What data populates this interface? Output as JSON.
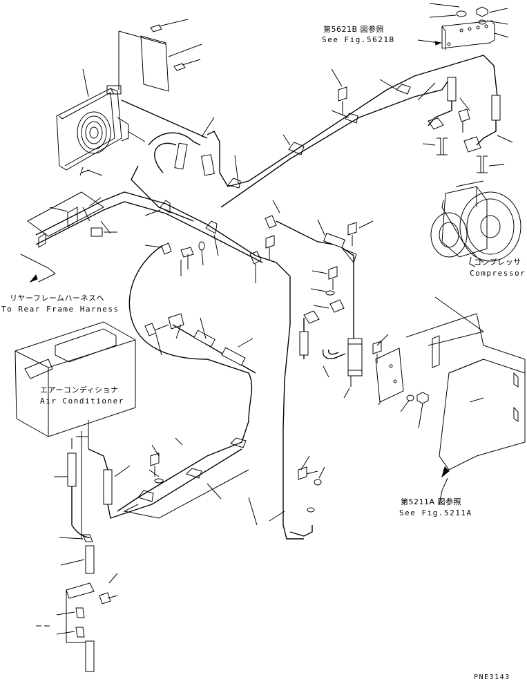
{
  "labels": {
    "fig5621b_jp": "第5621B 図参照",
    "fig5621b_en": "See Fig.5621B",
    "compressor_jp": "コンプレッサ",
    "compressor_en": "Compressor",
    "rear_harness_jp": "リヤーフレームハーネスへ",
    "rear_harness_en": "To Rear Frame Harness",
    "aircon_jp": "エアーコンディショナ",
    "aircon_en": "Air Conditioner",
    "fig5211a_jp": "第5211A 図参照",
    "fig5211a_en": "See Fig.5211A",
    "drawing_code": "PNE3143"
  },
  "icons": {
    "condenser": "condenser-icon",
    "compressor": "compressor-icon",
    "air_conditioner": "air-conditioner-unit-icon",
    "receiver_dryer": "receiver-dryer-icon",
    "cab_panel": "cab-panel-icon"
  },
  "colors": {
    "ink": "#000000",
    "paper": "#ffffff"
  }
}
